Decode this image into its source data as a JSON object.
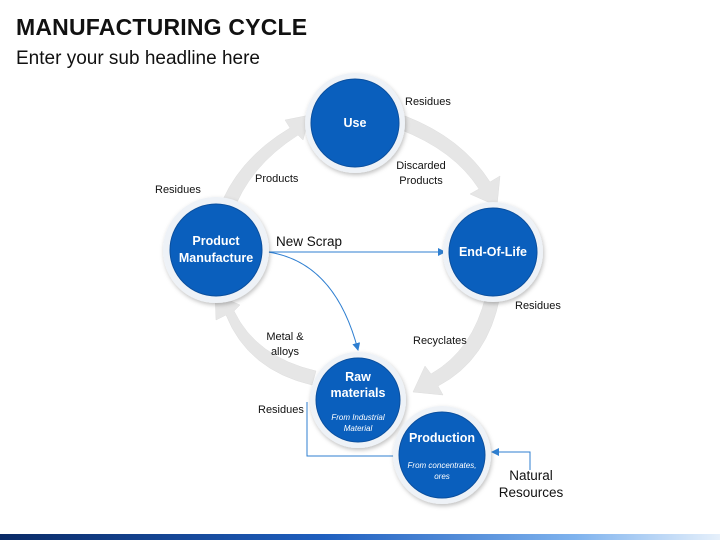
{
  "header": {
    "title": "MANUFACTURING CYCLE",
    "subtitle": "Enter your sub headline here"
  },
  "colors": {
    "node_fill": "#0a5fbd",
    "node_ring": "#e7edf5",
    "cycle_arrow": "#e8e8e8",
    "connector": "#2f7fd1"
  },
  "nodes": {
    "use": {
      "name": "Use"
    },
    "end_of_life": {
      "name": "End-Of-Life"
    },
    "production": {
      "name": "Production",
      "sub_line1": "From concentrates,",
      "sub_line2": "ores"
    },
    "raw_materials": {
      "name_line1": "Raw",
      "name_line2": "materials",
      "sub_line1": "From Industrial",
      "sub_line2": "Material"
    },
    "product_manufacture": {
      "name_line1": "Product",
      "name_line2": "Manufacture"
    }
  },
  "labels": {
    "residues_use": "Residues",
    "discarded_line1": "Discarded",
    "discarded_line2": "Products",
    "products": "Products",
    "residues_pm": "Residues",
    "new_scrap": "New Scrap",
    "residues_eol": "Residues",
    "recyclates": "Recyclates",
    "metal_line1": "Metal &",
    "metal_line2": "alloys",
    "residues_raw": "Residues",
    "natural_line1": "Natural",
    "natural_line2": "Resources"
  }
}
